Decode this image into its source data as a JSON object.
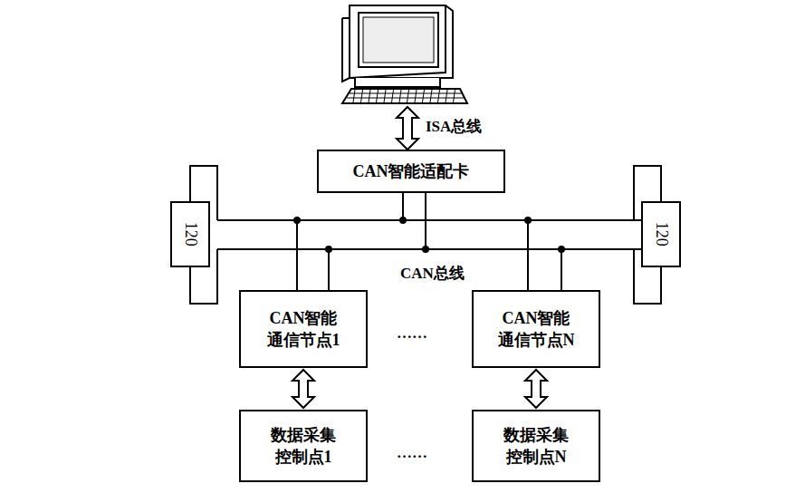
{
  "diagram": {
    "nodes": [
      {
        "text": [
          "CAN智能适配卡"
        ]
      },
      {
        "text": [
          "120"
        ]
      },
      {
        "text": [
          "120"
        ]
      },
      {
        "text": [
          "CAN智能 通信节点1"
        ]
      },
      {
        "text": [
          "CAN智能 通信节点N"
        ]
      },
      {
        "text": [
          "数据采集 控制点1"
        ]
      },
      {
        "text": [
          "数据采集 控制点N"
        ]
      }
    ],
    "edges": [
      {
        "from": 3,
        "to": 5,
        "arrow": "both"
      },
      {
        "from": 4,
        "to": 6,
        "arrow": "both"
      }
    ],
    "labels": [
      "ISA总线",
      "CAN总线",
      "……",
      "……"
    ]
  }
}
